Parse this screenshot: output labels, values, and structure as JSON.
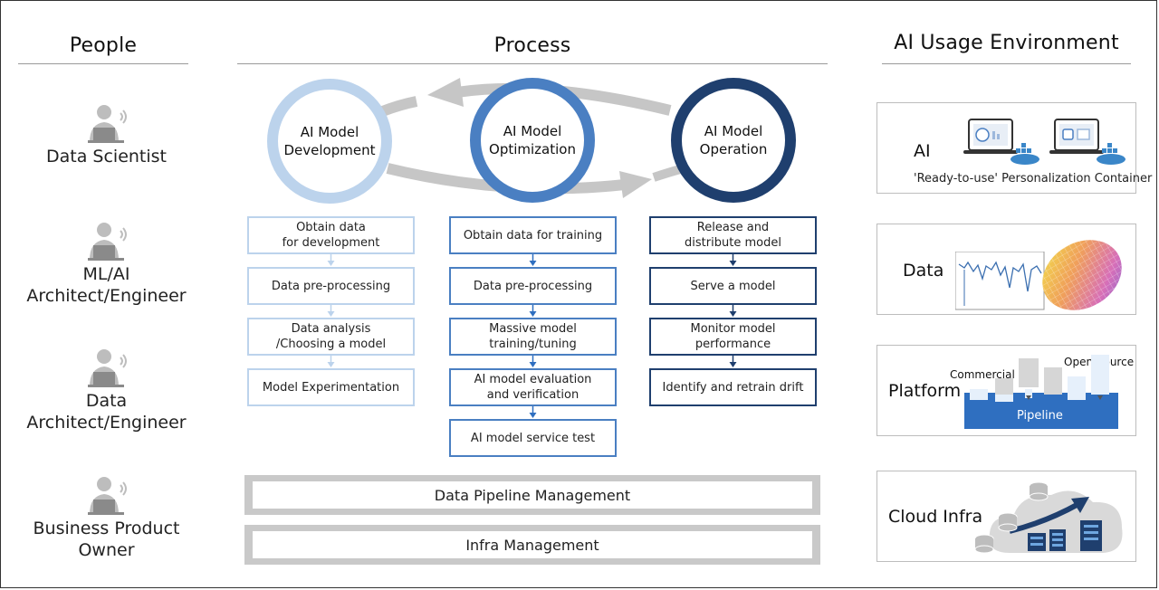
{
  "headers": {
    "people": "People",
    "process": "Process",
    "environment": "AI Usage Environment"
  },
  "people": [
    {
      "label_lines": [
        "Data Scientist"
      ]
    },
    {
      "label_lines": [
        "ML/AI",
        "Architect/Engineer"
      ]
    },
    {
      "label_lines": [
        "Data",
        "Architect/Engineer"
      ]
    },
    {
      "label_lines": [
        "Business Product",
        "Owner"
      ]
    }
  ],
  "stages": [
    {
      "title_lines": [
        "AI Model",
        "Development"
      ],
      "color": "#bcd3ec",
      "steps": [
        [
          "Obtain data",
          "for development"
        ],
        [
          "Data pre-processing"
        ],
        [
          "Data analysis",
          "/Choosing a model"
        ],
        [
          "Model Experimentation"
        ]
      ]
    },
    {
      "title_lines": [
        "AI Model",
        "Optimization"
      ],
      "color": "#4a7fc2",
      "steps": [
        [
          "Obtain data for training"
        ],
        [
          "Data pre-processing"
        ],
        [
          "Massive model",
          "training/tuning"
        ],
        [
          "AI model evaluation",
          "and verification"
        ],
        [
          "AI model service test"
        ]
      ]
    },
    {
      "title_lines": [
        "AI Model",
        "Operation"
      ],
      "color": "#1f3f6e",
      "steps": [
        [
          "Release and",
          "distribute model"
        ],
        [
          "Serve a model"
        ],
        [
          "Monitor model performance"
        ],
        [
          "Identify and retrain drift"
        ]
      ]
    }
  ],
  "management": {
    "data_pipeline": "Data Pipeline Management",
    "infra": "Infra Management"
  },
  "environment": {
    "ai": {
      "label": "AI",
      "caption": "'Ready-to-use' Personalization Container"
    },
    "data": {
      "label": "Data"
    },
    "platform": {
      "label": "Platform",
      "commercial": "Commercial",
      "open_source": "Open Source",
      "pipeline": "Pipeline"
    },
    "cloud": {
      "label": "Cloud Infra"
    }
  }
}
